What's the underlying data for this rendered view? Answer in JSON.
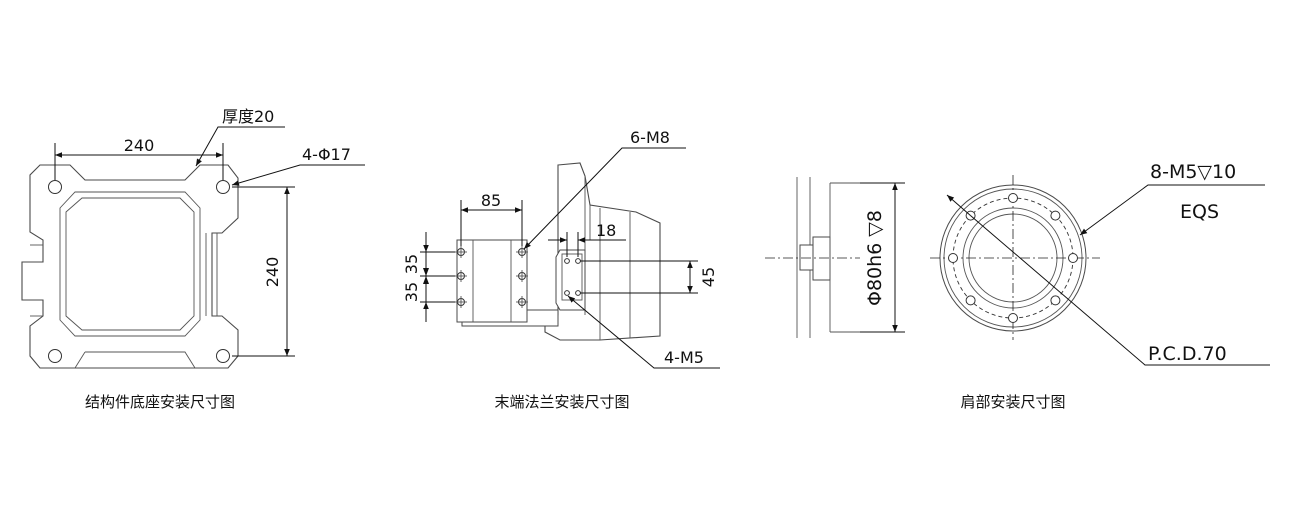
{
  "base_view": {
    "caption": "结构件底座安装尺寸图",
    "dim_width": "240",
    "dim_height": "240",
    "thickness_label": "厚度20",
    "hole_label": "4-Φ17"
  },
  "flange_view": {
    "caption": "末端法兰安装尺寸图",
    "dim_85": "85",
    "dim_35_top": "35",
    "dim_35_bottom": "35",
    "dim_18": "18",
    "dim_45": "45",
    "thread_label_top": "6-M8",
    "thread_label_bottom": "4-M5"
  },
  "shoulder_view": {
    "caption": "肩部安装尺寸图",
    "diameter_label": "Φ80h6 ▽8",
    "thread_label": "8-M5▽10",
    "eqs_label": "EQS",
    "pcd_label": "P.C.D.70"
  },
  "colors": {
    "line": "#4a4a4a",
    "dimension": "#111111",
    "background": "#ffffff"
  }
}
